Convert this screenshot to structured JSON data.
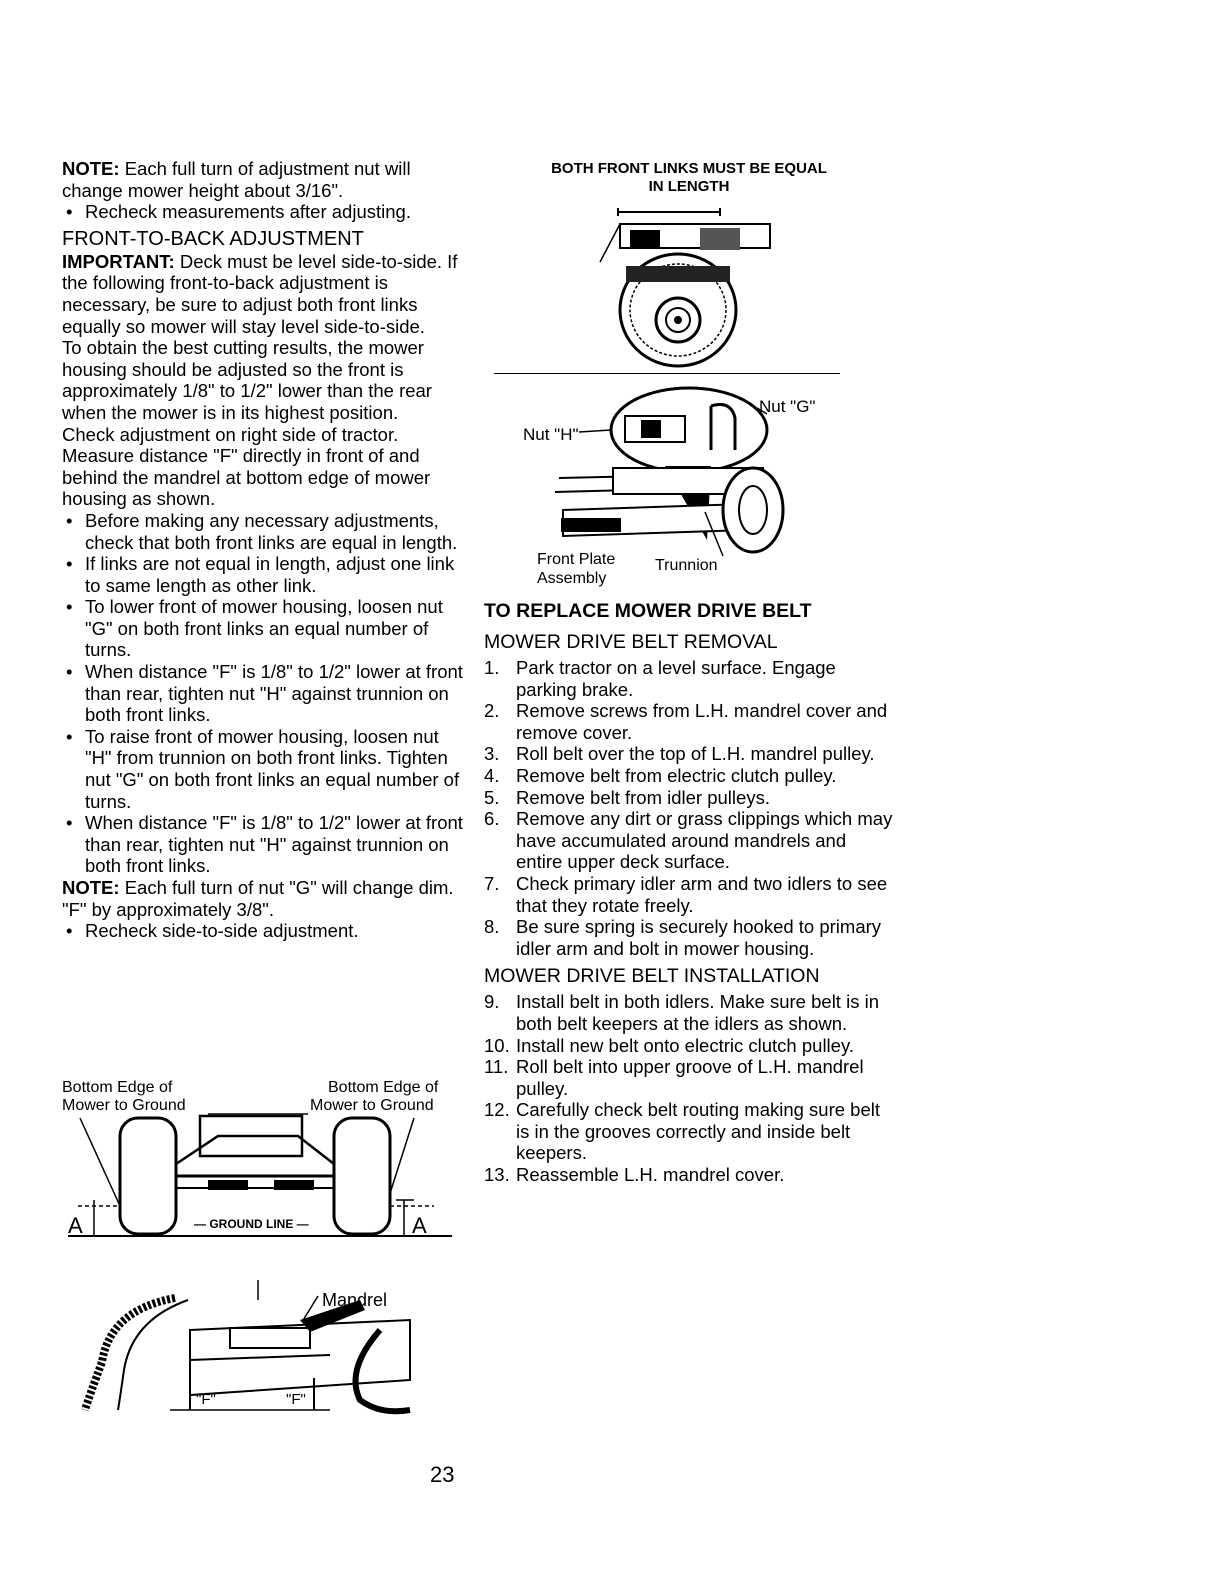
{
  "left": {
    "note1_label": "NOTE:",
    "note1_text": " Each full turn of adjustment nut will change mower height about 3/16\".",
    "note1_bullets": [
      "Recheck measurements after adjusting."
    ],
    "section_title": "FRONT-TO-BACK ADJUSTMENT",
    "important_label": "IMPORTANT:",
    "important_text": " Deck must be level side-to-side. If the following front-to-back adjustment is necessary, be sure to adjust both front links equally so mower will stay level side-to-side.",
    "para1": "To obtain the best cutting results, the mower housing should be adjusted so the front is approximately 1/8\" to 1/2\" lower than the rear when the mower is in its highest position.",
    "para2": "Check adjustment on right side of tractor. Measure distance \"F\" directly in front of and behind the mandrel at bottom edge of mower housing as shown.",
    "bullets": [
      "Before making any necessary adjustments, check that both front links are equal in length.",
      "If links are not equal in length, adjust one link to same length as other link.",
      "To lower front of mower housing, loosen nut \"G\" on both front links an equal number of turns.",
      "When distance \"F\" is 1/8\" to 1/2\" lower at front than rear, tighten nut \"H\" against trunnion on both front links.",
      "To raise front of mower housing, loosen nut \"H\" from trunnion on both front links. Tighten nut \"G\" on both front links an equal number of turns.",
      "When distance \"F\" is 1/8\" to 1/2\" lower at front than rear, tighten nut \"H\" against trunnion on both front links."
    ],
    "note2_label": "NOTE:",
    "note2_text": " Each full turn of nut \"G\" will change dim. \"F\" by approximately 3/8\".",
    "note2_bullets": [
      "Recheck side-to-side adjustment."
    ],
    "fig1": {
      "label_left": "Bottom Edge of Mower to Ground",
      "label_right": "Bottom Edge of Mower to Ground",
      "ground_line": "— GROUND LINE —",
      "a_left": "A",
      "a_right": "A"
    },
    "fig2": {
      "mandrel": "Mandrel",
      "f_left": "\"F\"",
      "f_right": "\"F\""
    }
  },
  "right": {
    "fig_top_caption_1": "BOTH FRONT LINKS MUST BE EQUAL",
    "fig_top_caption_2": "IN LENGTH",
    "fig_mid": {
      "nut_h": "Nut \"H\"",
      "nut_g": "Nut \"G\"",
      "front_plate_1": "Front Plate",
      "front_plate_2": "Assembly",
      "trunnion": "Trunnion"
    },
    "main_title": "TO REPLACE MOWER DRIVE BELT",
    "removal_title": "MOWER DRIVE BELT REMOVAL",
    "removal_steps": [
      {
        "n": "1.",
        "t": "Park tractor on a level surface. Engage parking brake."
      },
      {
        "n": "2.",
        "t": "Remove screws from L.H. mandrel cover and remove cover."
      },
      {
        "n": "3.",
        "t": "Roll belt over the top of L.H. mandrel pulley."
      },
      {
        "n": "4.",
        "t": "Remove belt from electric clutch pulley."
      },
      {
        "n": "5.",
        "t": "Remove belt from idler pulleys."
      },
      {
        "n": "6.",
        "t": "Remove any dirt or grass clippings which may have accumulated around mandrels and entire upper deck surface."
      },
      {
        "n": "7.",
        "t": "Check primary idler arm and two idlers to see that they rotate freely."
      },
      {
        "n": "8.",
        "t": "Be sure spring is securely hooked to primary idler arm and bolt in mower housing."
      }
    ],
    "install_title": "MOWER DRIVE BELT INSTALLATION",
    "install_steps": [
      {
        "n": "9.",
        "t": "Install belt in both idlers. Make sure belt is in both belt keepers at the idlers as shown."
      },
      {
        "n": "10.",
        "t": "Install new belt onto electric clutch pulley."
      },
      {
        "n": "11.",
        "t": "Roll belt into upper groove of L.H. mandrel pulley."
      },
      {
        "n": "12.",
        "t": "Carefully check belt routing making sure belt is in the grooves correctly and inside belt keepers."
      },
      {
        "n": "13.",
        "t": "Reassemble L.H. mandrel cover."
      }
    ]
  },
  "page_number": "23"
}
